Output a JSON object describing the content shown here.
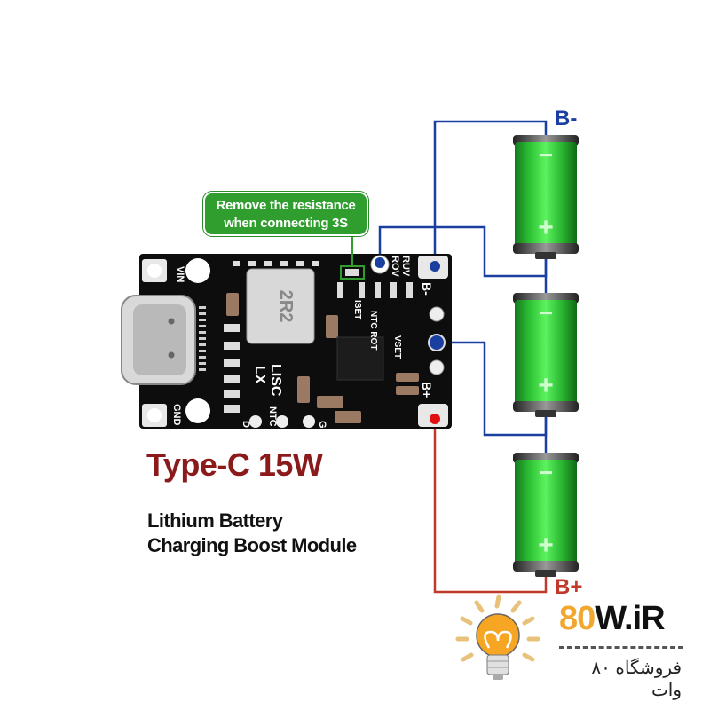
{
  "annotation": {
    "callout_line1": "Remove the resistance",
    "callout_line2": "when connecting 3S"
  },
  "product": {
    "title": "Type-C 15W",
    "subtitle_line1": "Lithium Battery",
    "subtitle_line2": "Charging Boost Module"
  },
  "board": {
    "inductor_marking": "2R2",
    "pin_labels": {
      "vin": "VIN",
      "gnd": "GND",
      "b_minus": "B-",
      "b_plus": "B+",
      "ruv": "RUV",
      "rov": "ROV",
      "iset": "ISET",
      "ntc_rot": "NTC ROT",
      "vset": "VSET",
      "lx": "LX",
      "lisc": "LISC",
      "ntc": "NTC",
      "d": "D",
      "g": "G"
    }
  },
  "terminals": {
    "negative": "B-",
    "positive": "B+"
  },
  "batteries": [
    {
      "id": "cell-1",
      "neg_symbol": "−",
      "pos_symbol": "+"
    },
    {
      "id": "cell-2",
      "neg_symbol": "−",
      "pos_symbol": "+"
    },
    {
      "id": "cell-3",
      "neg_symbol": "−",
      "pos_symbol": "+"
    }
  ],
  "colors": {
    "wire_negative": "#1a3fa0",
    "wire_positive": "#c0392b",
    "battery_green": "#2ecc40",
    "pcb": "#111111",
    "title_red": "#8b1a1a",
    "callout_green": "#2f9e2f"
  },
  "watermark": {
    "brand_accent": "80",
    "brand_rest": "W.iR",
    "tagline_fa": "فروشگاه ۸۰ وات"
  }
}
